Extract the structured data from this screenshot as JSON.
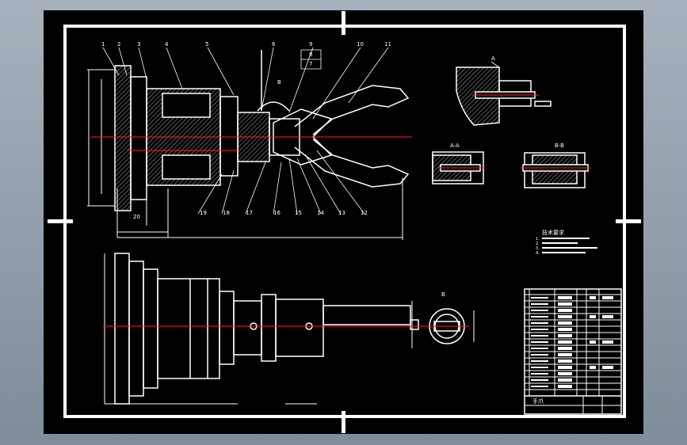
{
  "drawing": {
    "part_numbers": [
      "1",
      "2",
      "3",
      "4",
      "5",
      "6",
      "9",
      "10",
      "11",
      "8",
      "7",
      "12",
      "13",
      "14",
      "15",
      "16",
      "17",
      "18",
      "19",
      "20"
    ],
    "section_labels": {
      "a": "A",
      "b": "B",
      "ab": "A-A",
      "bb": "B-B",
      "view_b": "B"
    },
    "notes_title": "技术要求",
    "notes": [
      "1.",
      "2.",
      "3.",
      "4."
    ],
    "title_block": {
      "label": "手爪"
    }
  },
  "colors": {
    "line": "#ffffff",
    "center": "#ff2020",
    "hatch": "#9a9a9a",
    "sheet": "#000000"
  }
}
